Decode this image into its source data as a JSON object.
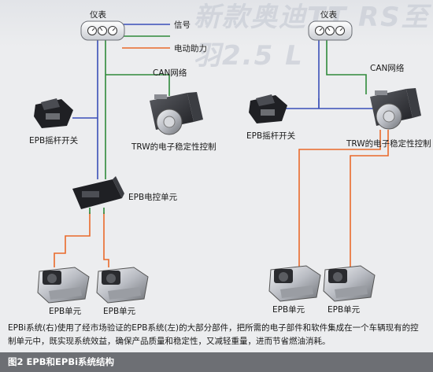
{
  "diagram": {
    "watermark_text": "新款奥迪TT RS至羽2.5 L",
    "legend": {
      "signal_label": "信号",
      "can_label": "CAN网络",
      "power_label": "电动助力",
      "colors": {
        "signal": "#3a4fb8",
        "can": "#2f8a3a",
        "power": "#ea6a2a"
      }
    },
    "left_system": {
      "instrument_label": "仪表",
      "switch_label": "EPB摇杆开关",
      "esc_label": "TRW的电子稳定性控制",
      "ecu_label": "EPB电控单元",
      "caliper_left_label": "EPB单元",
      "caliper_right_label": "EPB单元"
    },
    "right_system": {
      "instrument_label": "仪表",
      "can_label": "CAN网络",
      "switch_label": "EPB摇杆开关",
      "esc_label": "TRW的电子稳定性控制",
      "caliper_left_label": "EPB单元",
      "caliper_right_label": "EPB单元"
    }
  },
  "caption": {
    "text": "EPBi系统(右)使用了经市场验证的EPB系统(左)的大部分部件，把所需的电子部件和软件集成在一个车辆现有的控制单元中，既实现系统效益，确保产品质量和稳定性，又减轻重量，进而节省燃油消耗。"
  },
  "figure": {
    "label": "图2  EPB和EPBi系统结构"
  }
}
